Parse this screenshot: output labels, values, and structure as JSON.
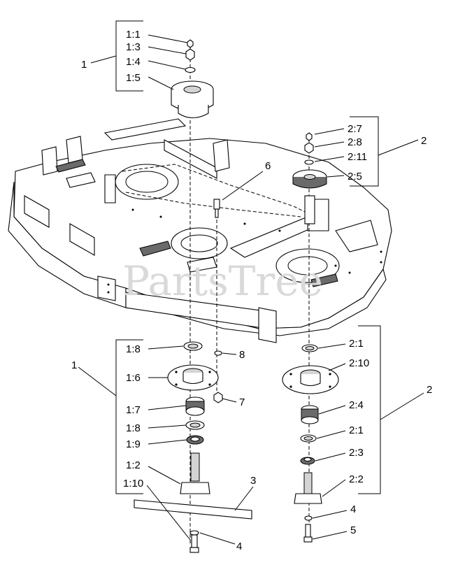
{
  "watermark": "PartsTree",
  "top_left_group": {
    "number": "1",
    "callouts": [
      "1:1",
      "1:3",
      "1:4",
      "1:5"
    ]
  },
  "top_right_group": {
    "number": "2",
    "callouts": [
      "2:7",
      "2:8",
      "2:11",
      "2:5"
    ]
  },
  "bottom_left_group": {
    "number": "1",
    "callouts": [
      "1:8",
      "1:6",
      "1:7",
      "1:8",
      "1:9",
      "1:2",
      "1:10"
    ]
  },
  "bottom_right_group": {
    "number": "2",
    "callouts": [
      "2:1",
      "2:10",
      "2:4",
      "2:1",
      "2:3",
      "2:2"
    ]
  },
  "loose_callouts": {
    "deck_bolt": "6",
    "washer_upper": "8",
    "nut_lower": "7",
    "blade": "3",
    "left_washer": "4",
    "right_washer": "4",
    "right_bolt": "5"
  }
}
